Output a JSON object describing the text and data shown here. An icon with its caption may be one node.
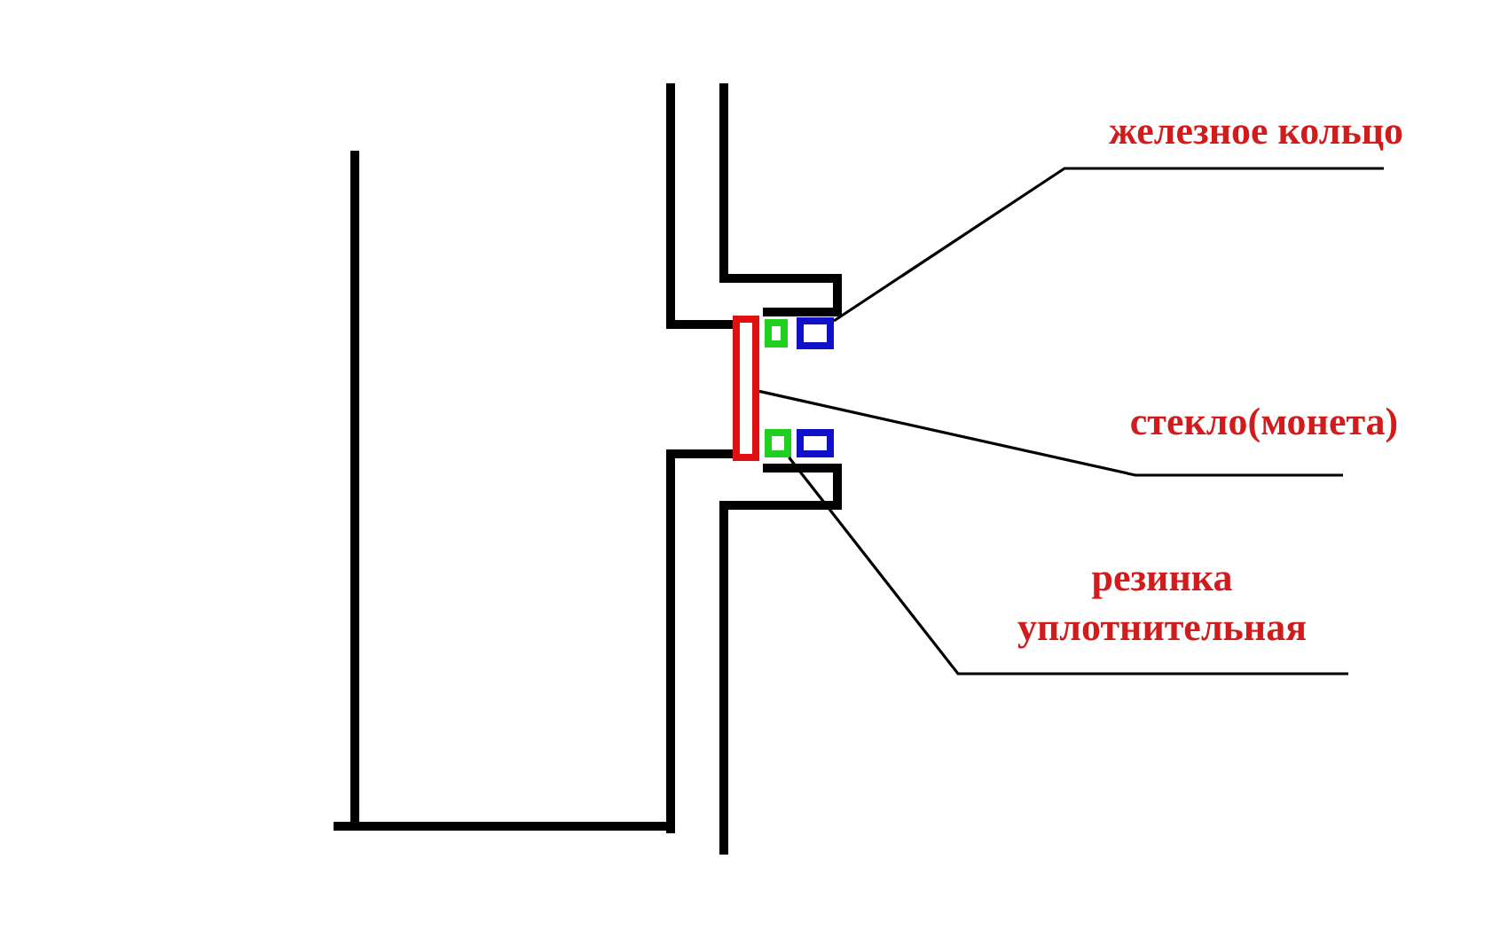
{
  "diagram": {
    "nodes": [
      {
        "text": [
          "железное кольцо"
        ]
      },
      {
        "text": [
          "стекло(монета)"
        ]
      },
      {
        "text": [
          "резинка уплотнительная"
        ]
      },
      {
        "text": [],
        "shape": "box"
      },
      {
        "text": [],
        "shape": "box"
      },
      {
        "text": [],
        "shape": "box"
      },
      {
        "text": [],
        "shape": "box"
      },
      {
        "text": [],
        "shape": "box"
      }
    ],
    "edges": [
      {
        "from": 0,
        "to": 6,
        "arrow": "none"
      },
      {
        "from": 1,
        "to": 3,
        "arrow": "none"
      },
      {
        "from": 2,
        "to": 5,
        "arrow": "none"
      }
    ]
  }
}
